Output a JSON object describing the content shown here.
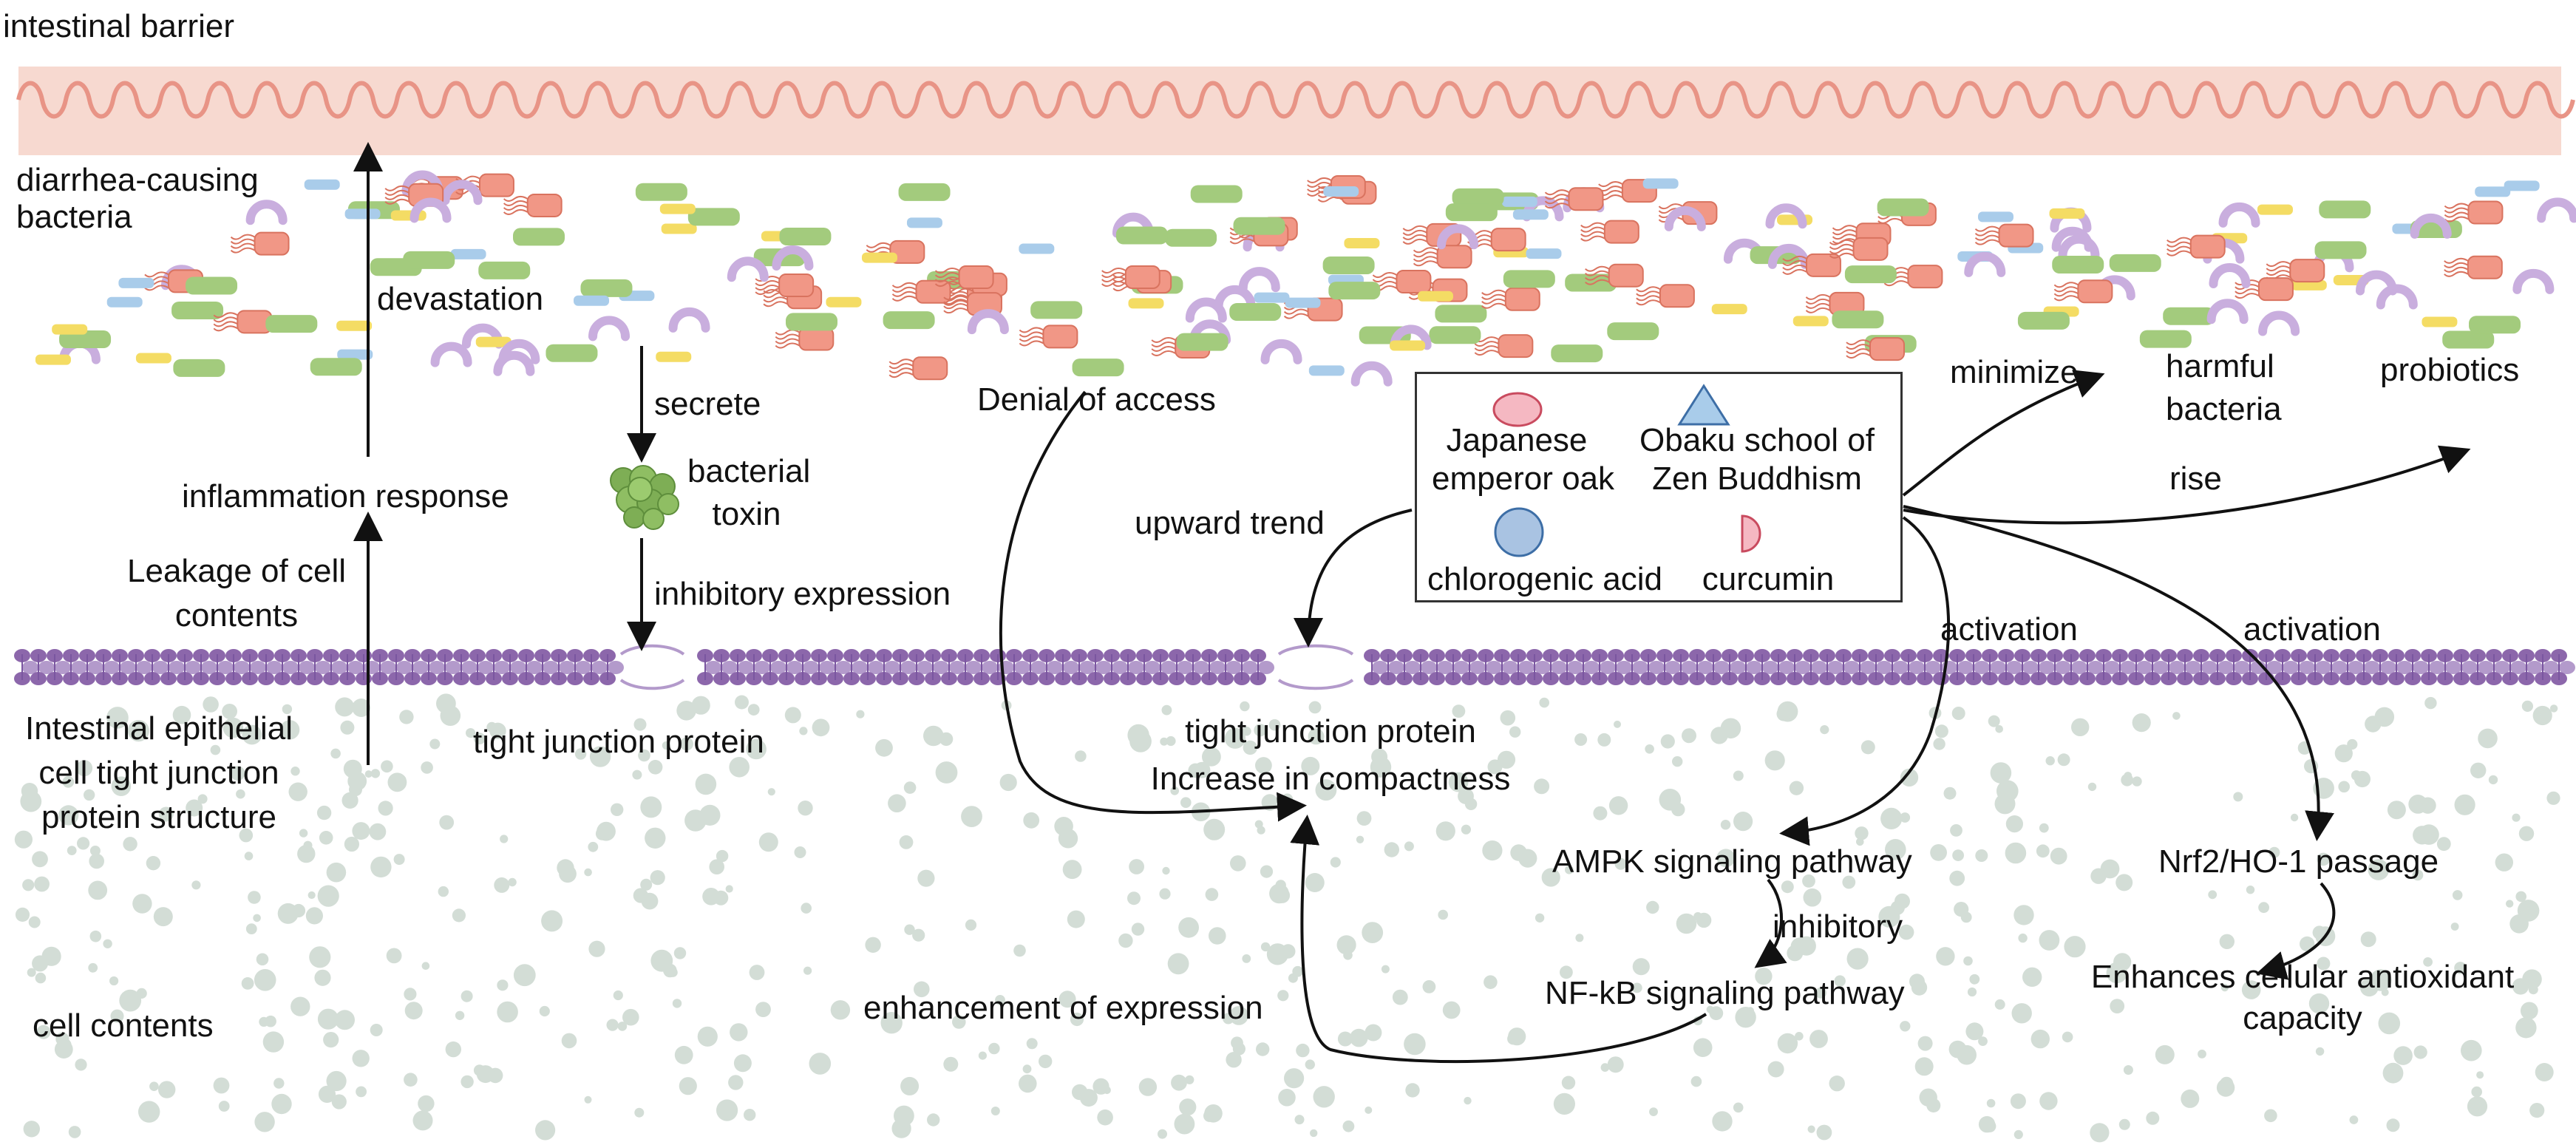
{
  "labels": {
    "intestinal_barrier": "intestinal barrier",
    "diarrhea_bacteria": [
      "diarrhea-causing",
      "bacteria"
    ],
    "devastation": "devastation",
    "inflammation_response": "inflammation response",
    "leakage": [
      "Leakage of cell",
      "contents"
    ],
    "epithelial": [
      "Intestinal epithelial",
      "cell tight junction",
      "protein structure"
    ],
    "cell_contents": "cell contents",
    "secrete": "secrete",
    "bacterial_toxin": [
      "bacterial",
      "toxin"
    ],
    "inhibitory_expression": "inhibitory expression",
    "tight_junction_left": "tight junction protein",
    "denial": "Denial of access",
    "upward_trend": "upward trend",
    "tight_junction_center": [
      "tight junction protein",
      "Increase in compactness"
    ],
    "enhancement": "enhancement of expression",
    "ampk": "AMPK signaling pathway",
    "inhibitory": "inhibitory",
    "nfkb": "NF-kB signaling pathway",
    "activation_1": "activation",
    "activation_2": "activation",
    "nrf2": "Nrf2/HO-1 passage",
    "antioxidant": [
      "Enhances cellular antioxidant",
      "capacity"
    ],
    "minimize": "minimize",
    "harmful_bacteria": [
      "harmful",
      "bacteria"
    ],
    "probiotics": "probiotics",
    "rise": "rise"
  },
  "legend": {
    "japanese_oak": [
      "Japanese",
      "emperor oak"
    ],
    "obaku": [
      "Obaku school of",
      "Zen Buddhism"
    ],
    "chlorogenic": "chlorogenic acid",
    "curcumin": "curcumin"
  },
  "colors": {
    "barrier_fill": "#f7d9d0",
    "barrier_stroke": "#e89486",
    "membrane": "#8c67ab",
    "membrane_light": "#b39acb",
    "dots": "#d3ddd6",
    "bacteria_red": "#f19786",
    "bacteria_green": "#a3cb7d",
    "bacteria_yellow": "#f4dc64",
    "bacteria_blue": "#a9ccea",
    "bacteria_purple": "#c9aede",
    "toxin": "#7eae55",
    "legend_pink": "#f5b8c2",
    "legend_blue": "#a9ccea",
    "legend_blue_dark": "#a9c3e2"
  }
}
